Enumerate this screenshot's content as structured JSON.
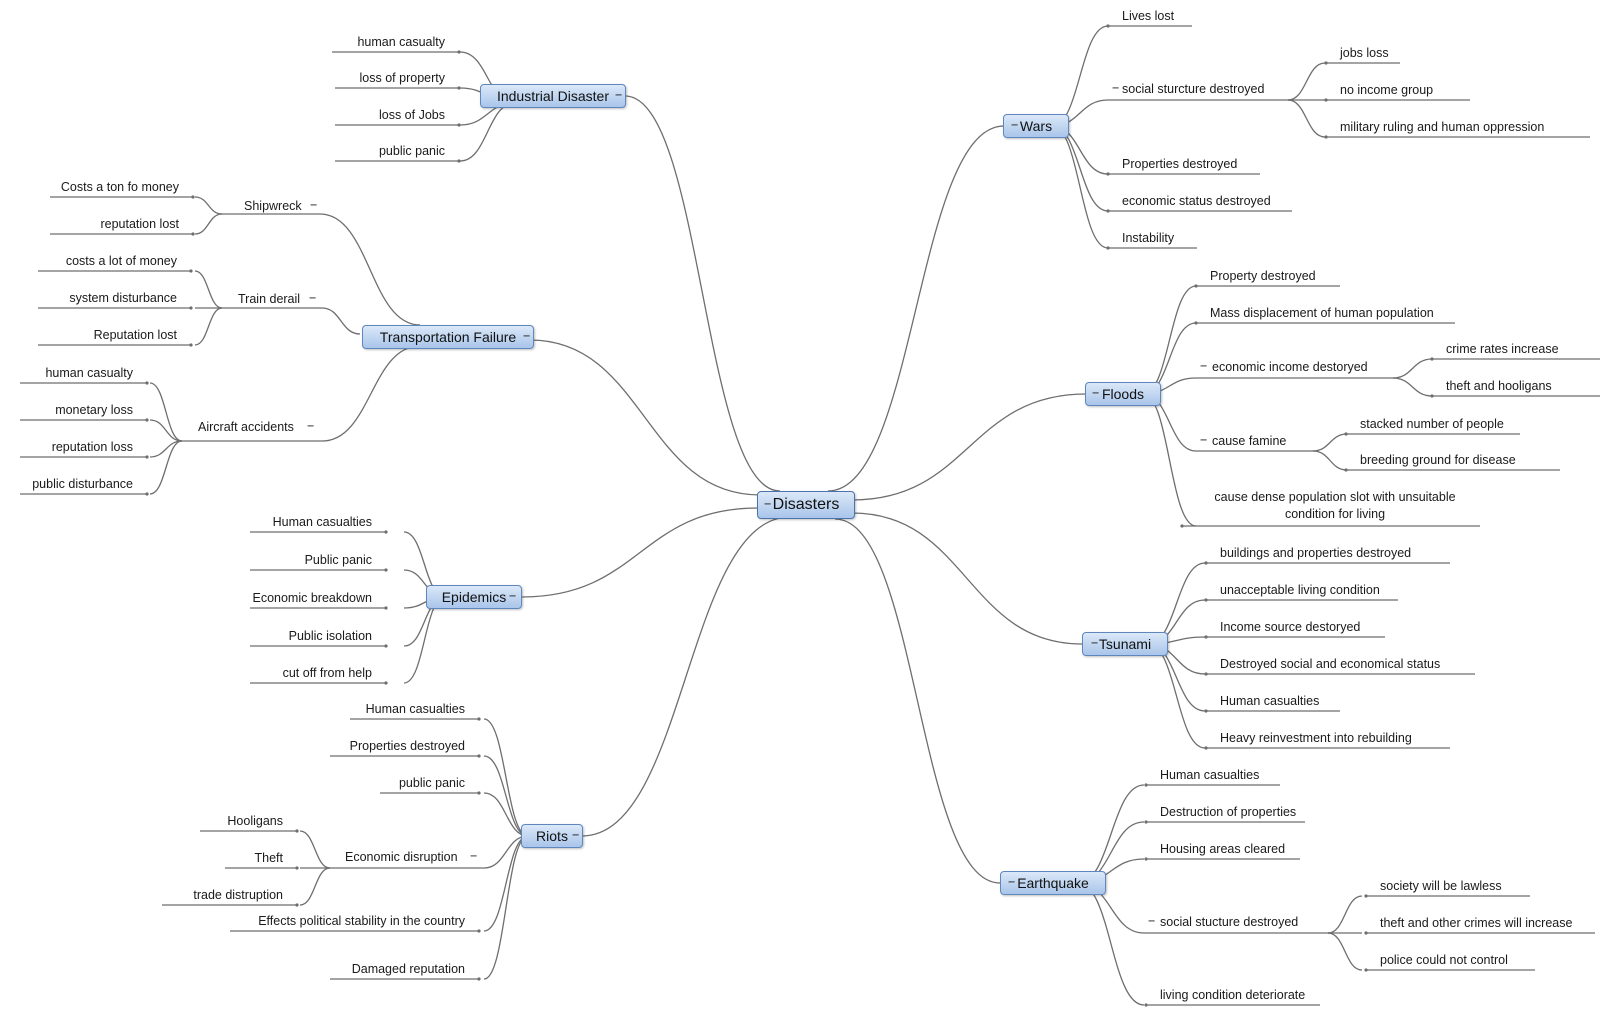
{
  "center": "Disasters",
  "collapse_symbol": "−",
  "industrial": {
    "label": "Industrial Disaster",
    "items": [
      "human casualty",
      "loss of property",
      "loss of Jobs",
      "public panic"
    ]
  },
  "transport": {
    "label": "Transportation Failure",
    "shipwreck": {
      "label": "Shipwreck",
      "items": [
        "Costs a ton fo money",
        "reputation lost"
      ]
    },
    "train": {
      "label": "Train derail",
      "items": [
        "costs a lot of money",
        "system disturbance",
        "Reputation lost"
      ]
    },
    "aircraft": {
      "label": "Aircraft accidents",
      "items": [
        "human casualty",
        "monetary loss",
        "reputation loss",
        "public disturbance"
      ]
    }
  },
  "epidemics": {
    "label": "Epidemics",
    "items": [
      "Human casualties",
      "Public panic",
      "Economic breakdown",
      "Public isolation",
      "cut off from help"
    ]
  },
  "riots": {
    "label": "Riots",
    "items": [
      "Human casualties",
      "Properties destroyed",
      "public panic",
      "Effects political stability in the country",
      "Damaged reputation"
    ],
    "econ": {
      "label": "Economic disruption",
      "items": [
        "Hooligans",
        "Theft",
        "trade distruption"
      ]
    }
  },
  "wars": {
    "label": "Wars",
    "items": [
      "Lives lost",
      "Properties destroyed",
      "economic status destroyed",
      "Instability"
    ],
    "social": {
      "label": "social sturcture destroyed",
      "items": [
        "jobs loss",
        "no income group",
        "military ruling and human oppression"
      ]
    }
  },
  "floods": {
    "label": "Floods",
    "items": [
      "Property destroyed",
      "Mass displacement of human population",
      "cause dense population slot with unsuitable condition for living"
    ],
    "econ": {
      "label": "economic income destoryed",
      "items": [
        "crime rates increase",
        "theft and hooligans"
      ]
    },
    "famine": {
      "label": "cause famine",
      "items": [
        "stacked number of people",
        "breeding ground for disease"
      ]
    }
  },
  "tsunami": {
    "label": "Tsunami",
    "items": [
      "buildings and properties destroyed",
      "unacceptable living condition",
      "Income source destoryed",
      "Destroyed social and economical status",
      "Human casualties",
      "Heavy reinvestment into rebuilding"
    ]
  },
  "earthquake": {
    "label": "Earthquake",
    "items": [
      "Human casualties",
      "Destruction of properties",
      "Housing areas cleared",
      "living condition deteriorate"
    ],
    "social": {
      "label": "social stucture destroyed",
      "items": [
        "society will be lawless",
        "theft and other crimes will increase",
        "police could not control"
      ]
    }
  }
}
